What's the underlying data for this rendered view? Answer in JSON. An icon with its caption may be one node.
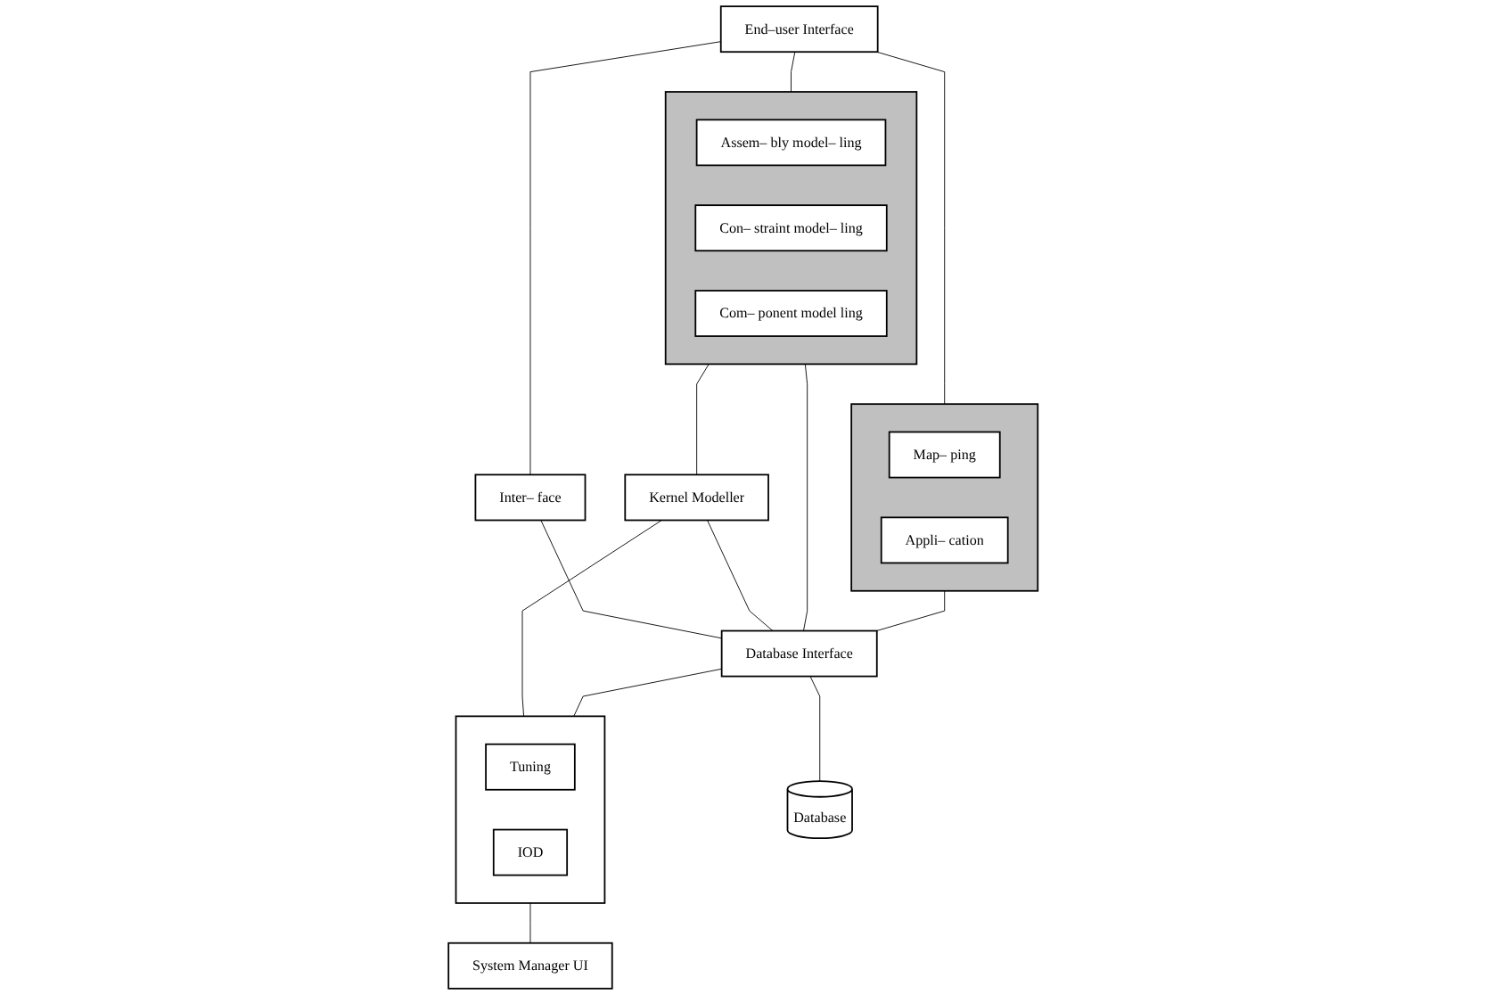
{
  "diagram": {
    "nodes": [
      {
        "text": [
          "End–user Interface"
        ]
      },
      {
        "text": [],
        "shape": "box"
      },
      {
        "text": [
          "Assem– bly model– ling"
        ],
        "in": 1
      },
      {
        "text": [
          "Con– straint model– ling"
        ],
        "in": 1
      },
      {
        "text": [
          "Com– ponent model ling"
        ],
        "in": 1
      },
      {
        "text": [],
        "shape": "box"
      },
      {
        "text": [
          "Map– ping"
        ],
        "in": 5
      },
      {
        "text": [
          "Appli– cation"
        ],
        "in": 5
      },
      {
        "text": [
          "Inter– face"
        ]
      },
      {
        "text": [
          "Kernel Modeller"
        ]
      },
      {
        "text": [
          "Database Interface"
        ]
      },
      {
        "text": [
          "Database"
        ]
      },
      {
        "text": [],
        "shape": "box"
      },
      {
        "text": [
          "Tuning"
        ],
        "in": 12
      },
      {
        "text": [
          "IOD"
        ],
        "in": 12
      },
      {
        "text": [
          "System Manager UI"
        ]
      }
    ],
    "edges": [
      {
        "from": 0,
        "to": 1,
        "arrow": "none"
      },
      {
        "from": 0,
        "to": 5,
        "arrow": "none"
      },
      {
        "from": 0,
        "to": 8,
        "arrow": "none"
      },
      {
        "from": 1,
        "to": 9,
        "arrow": "none"
      },
      {
        "from": 1,
        "to": 10,
        "arrow": "none"
      },
      {
        "from": 5,
        "to": 10,
        "arrow": "none"
      },
      {
        "from": 8,
        "to": 10,
        "arrow": "none"
      },
      {
        "from": 9,
        "to": 10,
        "arrow": "none"
      },
      {
        "from": 10,
        "to": 11,
        "arrow": "none"
      },
      {
        "from": 9,
        "to": 12,
        "arrow": "none"
      },
      {
        "from": 10,
        "to": 12,
        "arrow": "none"
      },
      {
        "from": 12,
        "to": 15,
        "arrow": "none"
      }
    ]
  }
}
